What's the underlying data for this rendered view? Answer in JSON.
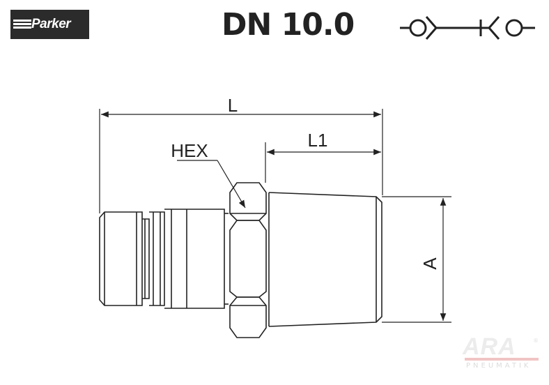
{
  "header": {
    "brand": "Parker",
    "title": "DN 10.0"
  },
  "drawing": {
    "dim_L": "L",
    "dim_L1": "L1",
    "dim_A": "A",
    "dim_HEX": "HEX"
  },
  "watermark": {
    "main": "ARA",
    "reg": "®",
    "sub": "PNEUMATIK",
    "accent_color": "#e01b1b"
  },
  "icons": [
    "parker-logo-icon",
    "coupling-symbol-icon"
  ]
}
